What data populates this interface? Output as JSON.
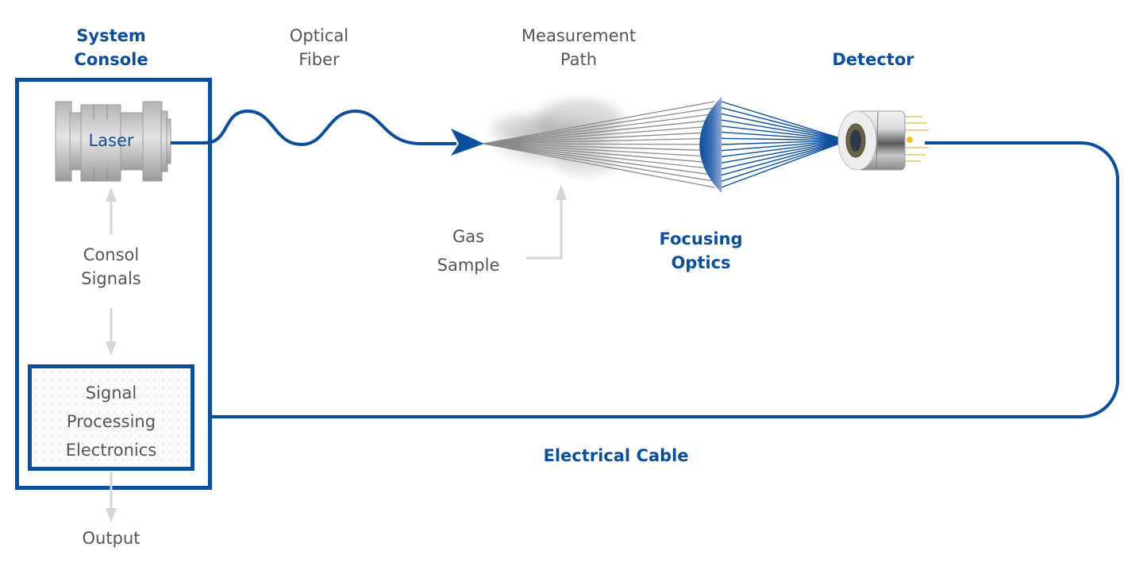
{
  "colors": {
    "brand_blue": "#0b4f9c",
    "label_gray": "#555555",
    "arrow_gray": "#d6d6d6",
    "beam_gray": "#8a8a8a"
  },
  "labels": {
    "system_console": [
      "System",
      "Console"
    ],
    "laser": "Laser",
    "console_signals": [
      "Consol",
      "Signals"
    ],
    "signal_processing": [
      "Signal",
      "Processing",
      "Electronics"
    ],
    "output": "Output",
    "optical_fiber": [
      "Optical",
      "Fiber"
    ],
    "measurement_path": [
      "Measurement",
      "Path"
    ],
    "gas_sample": [
      "Gas",
      "Sample"
    ],
    "focusing_optics": [
      "Focusing",
      "Optics"
    ],
    "detector": "Detector",
    "electrical_cable": "Electrical Cable"
  },
  "icons": {
    "laser": "laser-module-icon",
    "gas_cloud": "gas-cloud-icon",
    "lens": "convex-lens-icon",
    "detector": "photodetector-icon"
  }
}
